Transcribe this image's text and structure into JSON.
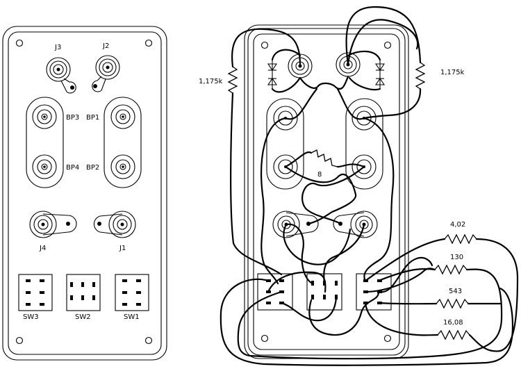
{
  "left_panel": {
    "jacks": {
      "j3": "J3",
      "j2": "J2",
      "j4": "J4",
      "j1": "J1"
    },
    "binding_posts": {
      "bp3": "BP3",
      "bp1": "BP1",
      "bp4": "BP4",
      "bp2": "BP2"
    },
    "switches": {
      "sw3": "SW3",
      "sw2": "SW2",
      "sw1": "SW1"
    }
  },
  "right_panel": {
    "resistors": {
      "left_top": "1,175k",
      "right_top": "1,175k",
      "center": "8",
      "r1": "4,02",
      "r2": "130",
      "r3": "543",
      "r4": "16,08"
    }
  }
}
